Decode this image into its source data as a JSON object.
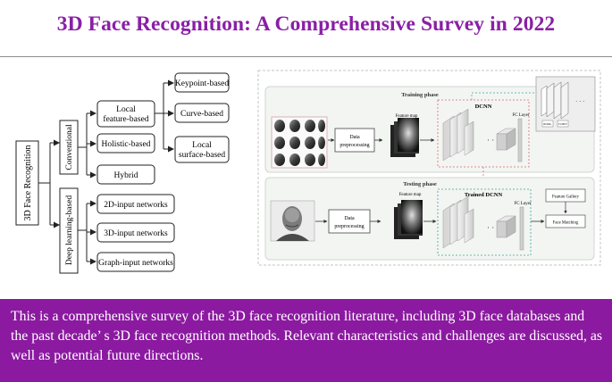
{
  "header": {
    "title": "3D Face Recognition: A Comprehensive Survey in 2022"
  },
  "taxonomy": {
    "root": "3D Face Recognition",
    "branch_conventional": "Conventional",
    "branch_deep": "Deep learning-based",
    "local_line1": "Local",
    "local_line2": "feature-based",
    "holistic": "Holistic-based",
    "hybrid": "Hybrid",
    "keypoint": "Keypoint-based",
    "curve": "Curve-based",
    "surface_line1": "Local",
    "surface_line2": "surface-based",
    "net_2d": "2D-input networks",
    "net_3d": "3D-input networks",
    "net_graph": "Graph-input networks"
  },
  "pipeline": {
    "training_title": "Training phase",
    "testing_title": "Testing phase",
    "preproc_line1": "Data",
    "preproc_line2": "preprocessing",
    "feature_map": "Feature map",
    "dcnn": "DCNN",
    "trained_dcnn": "Trained DCNN",
    "fc_layer": "FC Layer",
    "feature_gallery": "Feature Gallery",
    "face_matching": "Face Matching",
    "pool": "POOL",
    "conv": "CONV"
  },
  "footer": {
    "text": "This is a comprehensive survey of the 3D face recognition literature, including 3D face databases and the past decade’ s 3D face recognition methods. Relevant characteristics and challenges are discussed, as well as potential future directions."
  }
}
